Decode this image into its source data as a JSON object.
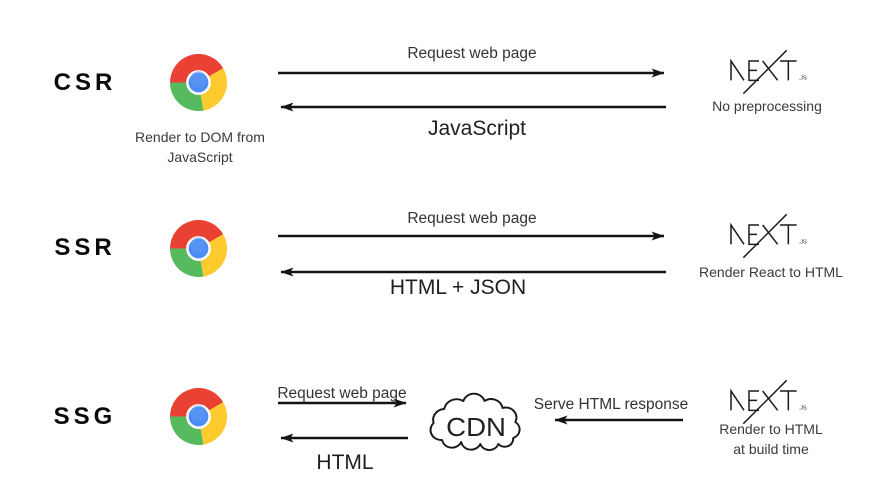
{
  "diagram": {
    "rows": [
      {
        "label": "CSR",
        "client_icon": "chrome-browser-icon",
        "client_caption": "Render to DOM from JavaScript",
        "request_label": "Request web page",
        "response_label": "JavaScript",
        "server_icon": "nextjs-logo",
        "server_caption": "No preprocessing"
      },
      {
        "label": "SSR",
        "client_icon": "chrome-browser-icon",
        "request_label": "Request web page",
        "response_label": "HTML + JSON",
        "server_icon": "nextjs-logo",
        "server_caption": "Render React to HTML"
      },
      {
        "label": "SSG",
        "client_icon": "chrome-browser-icon",
        "request_label": "Request web page",
        "response_label": "HTML",
        "cdn_icon": "cdn-cloud-icon",
        "cdn_label": "CDN",
        "serve_label": "Serve HTML response",
        "server_icon": "nextjs-logo",
        "server_caption_line1": "Render to HTML",
        "server_caption_line2": "at build time"
      }
    ],
    "logos": {
      "nextjs_suffix": ".JS"
    },
    "colors": {
      "background": "#ffffff",
      "text": "#3a3a3a",
      "row_label": "#0a0a0a",
      "arrow": "#141414",
      "chrome_red": "#e94134",
      "chrome_yellow": "#fdcb2d",
      "chrome_green": "#57ba5e",
      "chrome_blue": "#4c8bf5",
      "nextjs_logo": "#1c1c1c"
    }
  }
}
